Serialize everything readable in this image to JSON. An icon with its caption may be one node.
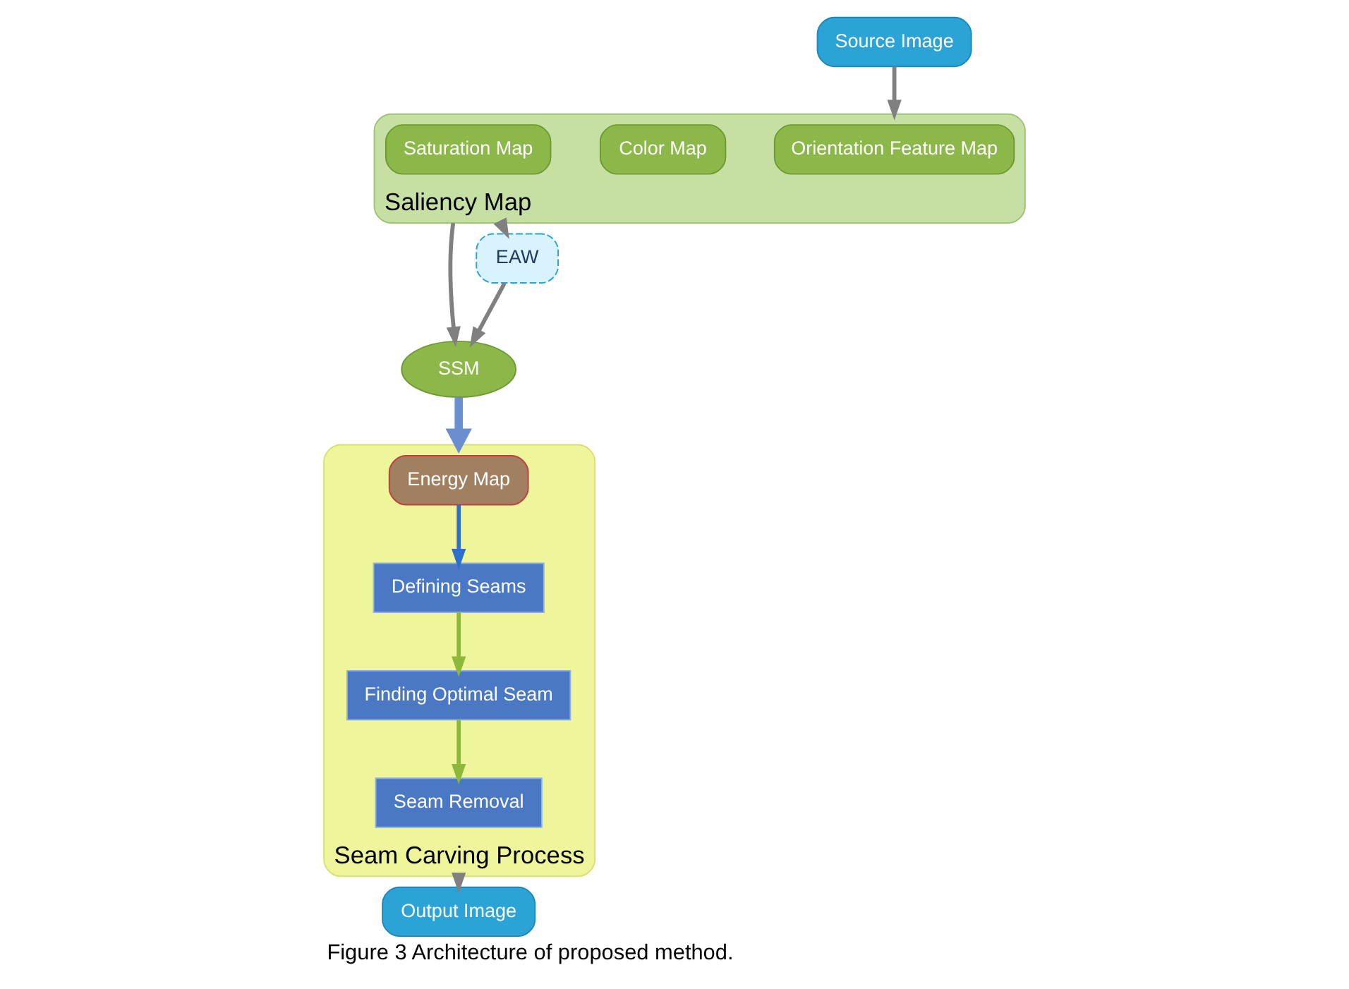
{
  "diagram": {
    "caption": "Figure 3 Architecture of proposed method.",
    "nodes": [
      {
        "text": [
          "Source Image"
        ]
      },
      {
        "text": [
          "Saliency Map"
        ]
      },
      {
        "text": [
          "Orientation Feature Map"
        ],
        "in": 1
      },
      {
        "text": [
          "Color Map"
        ],
        "in": 1
      },
      {
        "text": [
          "Saturation Map"
        ],
        "in": 1
      },
      {
        "text": [
          "SSM"
        ]
      },
      {
        "text": [
          "EAW"
        ]
      },
      {
        "text": [
          "Seam Carving Process"
        ]
      },
      {
        "text": [
          "Energy Map"
        ],
        "in": 7
      },
      {
        "text": [
          "Defining Seams"
        ],
        "in": 7
      },
      {
        "text": [
          "Finding Optimal Seam"
        ],
        "in": 7
      },
      {
        "text": [
          "Seam Removal"
        ],
        "in": 7
      },
      {
        "text": [
          "Output Image"
        ]
      }
    ],
    "edges": [
      {
        "from": 0,
        "to": 1,
        "arrow": "to"
      },
      {
        "from": 1,
        "to": 5,
        "arrow": "to"
      },
      {
        "from": 1,
        "to": 6,
        "arrow": "to"
      },
      {
        "from": 6,
        "to": 5,
        "arrow": "to"
      },
      {
        "from": 5,
        "to": 7,
        "arrow": "to",
        "style": "thick",
        "color": "#6a8fd0"
      },
      {
        "from": 8,
        "to": 9,
        "arrow": "to",
        "color": "#2e6fc9"
      },
      {
        "from": 9,
        "to": 10,
        "arrow": "to",
        "color": "#8cb83c"
      },
      {
        "from": 10,
        "to": 11,
        "arrow": "to",
        "color": "#8cb83c"
      },
      {
        "from": 7,
        "to": 12,
        "arrow": "to"
      }
    ]
  }
}
